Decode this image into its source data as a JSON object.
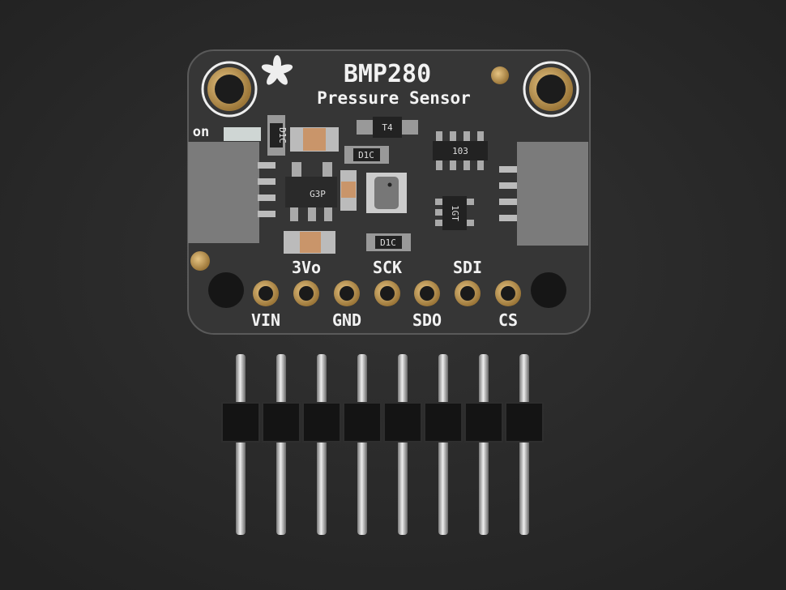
{
  "board": {
    "title": "BMP280",
    "subtitle": "Pressure Sensor",
    "led_label": "on",
    "pins_top": [
      "3Vo",
      "SCK",
      "SDI"
    ],
    "pins_bottom": [
      "VIN",
      "GND",
      "SDO",
      "CS"
    ],
    "chip_markings": {
      "regulator": "G3P",
      "resistor_array": "103",
      "transistor": "T4",
      "resistor_1": "D1C",
      "resistor_2": "D1C",
      "resistor_3": "D1C",
      "level_shifter": "1GT"
    }
  },
  "colors": {
    "background": "#2b2b2b",
    "pcb": "#333333",
    "gold": "#c9a25a",
    "silkscreen": "#f2f2f2"
  },
  "header": {
    "pin_count": 8
  }
}
